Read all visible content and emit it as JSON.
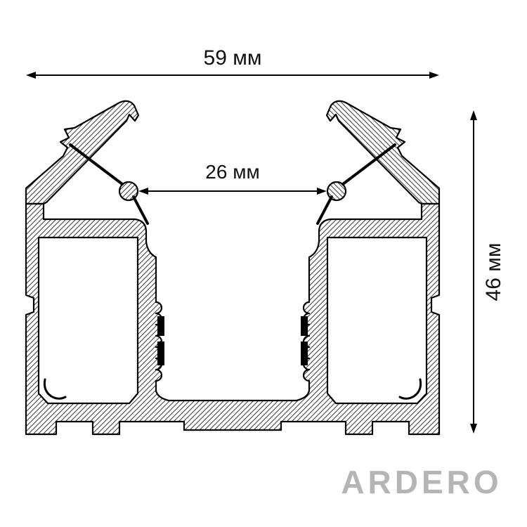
{
  "diagram": {
    "dimension_width": {
      "label": "59 мм",
      "value": 59,
      "unit": "мм"
    },
    "dimension_inner": {
      "label": "26 мм",
      "value": 26,
      "unit": "мм"
    },
    "dimension_height": {
      "label": "46 мм",
      "value": 46,
      "unit": "мм"
    },
    "brand": {
      "name": "ARDERO"
    },
    "colors": {
      "line": "#000000",
      "brand": "#b5b5b5",
      "background": "#ffffff"
    }
  }
}
